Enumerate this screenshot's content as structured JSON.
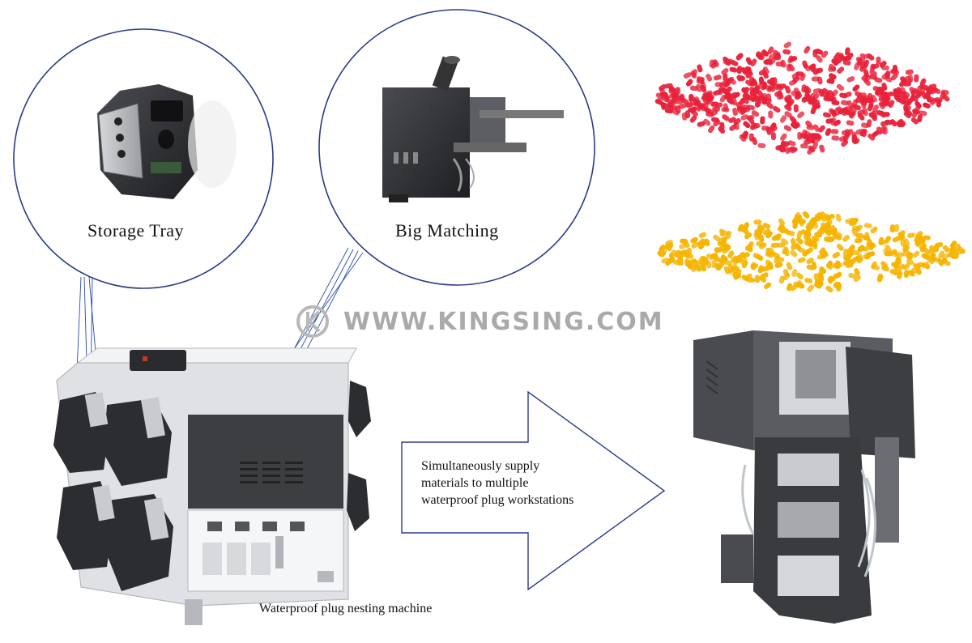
{
  "callouts": {
    "storage_tray": "Storage Tray",
    "big_matching": "Big Matching"
  },
  "watermark": "WWW.KINGSING.COM",
  "arrow_text": {
    "line1": "Simultaneously supply",
    "line2": "materials to multiple",
    "line3": "waterproof plug workstations"
  },
  "caption": "Waterproof plug nesting machine",
  "colors": {
    "circle_stroke": "#2b3a8a",
    "red_plugs": "#e8213a",
    "yellow_plugs": "#f5b400",
    "machine_dark": "#2e2f33",
    "watermark": "#aaaaaa"
  }
}
